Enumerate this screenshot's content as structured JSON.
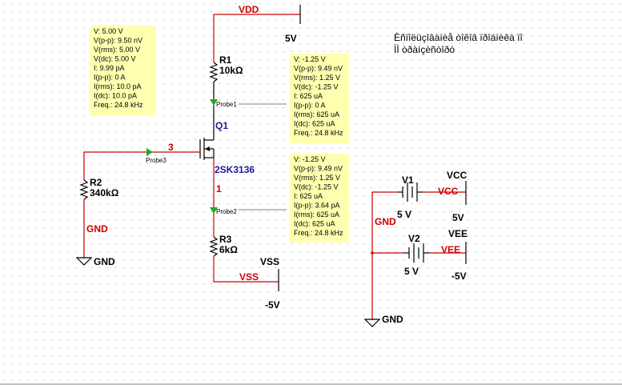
{
  "caption": [
    "Èñïîëüçîâàíèå òîêîâ ïðîáíèêà ïî",
    "ÌÌ òðàíçèñòîðó"
  ],
  "colors": {
    "wire": "#cc0000",
    "info_bg": "#ffffb0",
    "component": "#1a1a9a",
    "probe": "#22aa22",
    "grid_dot": "#9a9a9a"
  },
  "supplies": {
    "vdd": {
      "net": "VDD",
      "value": "5V"
    },
    "vss": {
      "net": "VSS",
      "value": "-5V"
    },
    "vcc": {
      "net": "VCC",
      "label": "VCC",
      "value": "5V"
    },
    "vee": {
      "net": "VEE",
      "label": "VEE",
      "value": "-5V"
    }
  },
  "components": {
    "r1": {
      "ref": "R1",
      "value": "10kΩ"
    },
    "r2": {
      "ref": "R2",
      "value": "340kΩ"
    },
    "r3": {
      "ref": "R3",
      "value": "6kΩ"
    },
    "q1": {
      "ref": "Q1",
      "model": "2SK3136"
    },
    "v1": {
      "ref": "V1",
      "value": "5 V"
    },
    "v2": {
      "ref": "V2",
      "value": "5 V"
    }
  },
  "nets": {
    "gate": "3",
    "source": "1",
    "gnd_left": "GND",
    "gnd_right": "GND"
  },
  "grounds": {
    "left": "GND",
    "right": "GND"
  },
  "probes": {
    "p1": "Probe1",
    "p2": "Probe2",
    "p3": "Probe3"
  },
  "probe_boxes": {
    "probe3": [
      "V: 5.00 V",
      "V(p-p): 9.50 nV",
      "V(rms): 5.00 V",
      "V(dc): 5.00 V",
      "I: 9.99 pA",
      "I(p-p): 0 A",
      "I(rms): 10.0 pA",
      "I(dc): 10.0 pA",
      "Freq.: 24.8 kHz"
    ],
    "probe1": [
      "V: -1.25 V",
      "V(p-p): 9.49 nV",
      "V(rms): 1.25 V",
      "V(dc): -1.25 V",
      "I: 625 uA",
      "I(p-p): 0 A",
      "I(rms): 625 uA",
      "I(dc): 625 uA",
      "Freq.: 24.8 kHz"
    ],
    "probe2": [
      "V: -1.25 V",
      "V(p-p): 9.49 nV",
      "V(rms): 1.25 V",
      "V(dc): -1.25 V",
      "I: 625 uA",
      "I(p-p): 3.64 pA",
      "I(rms): 625 uA",
      "I(dc): 625 uA",
      "Freq.: 24.8 kHz"
    ]
  }
}
